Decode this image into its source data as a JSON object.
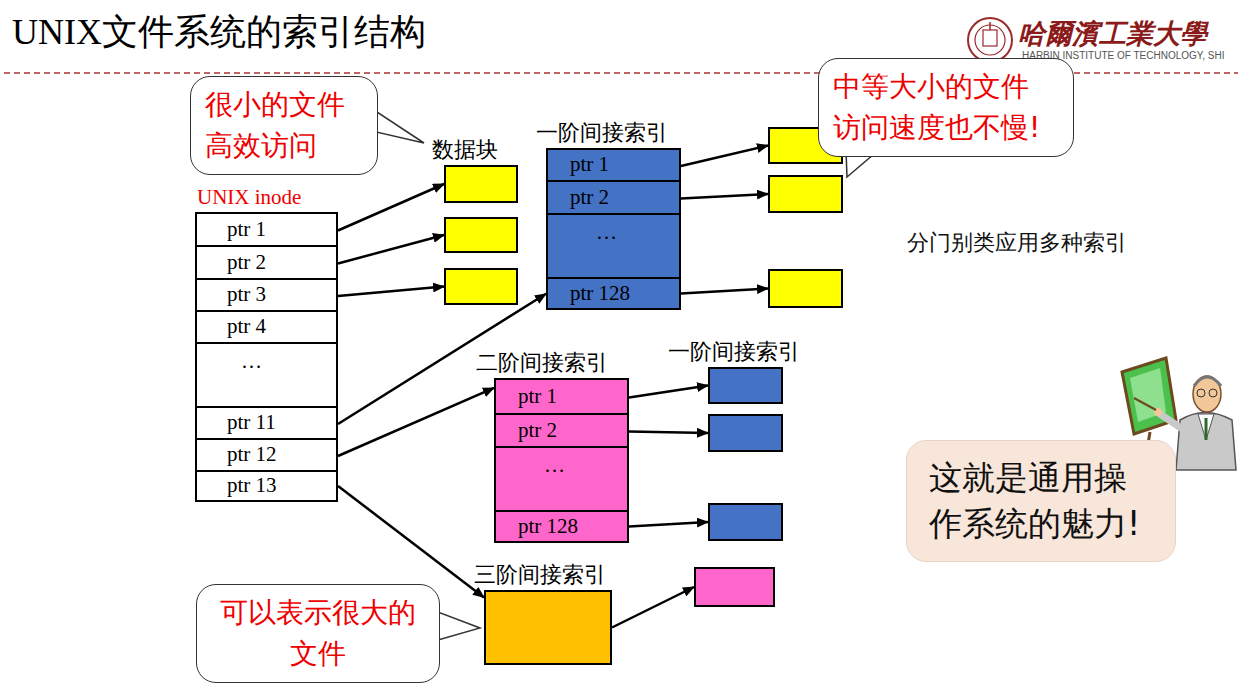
{
  "diagram": {
    "title": "UNIX文件系统的索引结构",
    "nodes": [
      {
        "text": [
          "很小的文件 高效访问"
        ]
      },
      {
        "text": [
          "数据块"
        ]
      },
      {
        "text": []
      },
      {
        "text": []
      },
      {
        "text": [
          "一阶间接索引"
        ]
      },
      {
        "text": [
          "ptr 1"
        ],
        "in": 4
      },
      {
        "text": [
          "ptr 2"
        ],
        "in": 4
      },
      {
        "text": [
          "…"
        ],
        "in": 4
      },
      {
        "text": [
          "ptr 128"
        ],
        "in": 4
      },
      {
        "text": [
          "中等大小的文件 访问速度也不慢!"
        ]
      },
      {
        "text": []
      },
      {
        "text": []
      },
      {
        "text": []
      },
      {
        "text": [
          "UNIX inode"
        ]
      },
      {
        "text": [
          "ptr 1"
        ],
        "in": 13
      },
      {
        "text": [
          "ptr 2"
        ],
        "in": 13
      },
      {
        "text": [
          "ptr 3"
        ],
        "in": 13
      },
      {
        "text": [
          "ptr 4"
        ],
        "in": 13
      },
      {
        "text": [
          "…"
        ],
        "in": 13
      },
      {
        "text": [
          "ptr 11"
        ],
        "in": 13
      },
      {
        "text": [
          "ptr 12"
        ],
        "in": 13
      },
      {
        "text": [
          "ptr 13"
        ],
        "in": 13
      },
      {
        "text": [
          "二阶间接索引"
        ]
      },
      {
        "text": [
          "ptr 1"
        ],
        "in": 22
      },
      {
        "text": [
          "ptr 2"
        ],
        "in": 22
      },
      {
        "text": [
          "…"
        ],
        "in": 22
      },
      {
        "text": [
          "ptr 128"
        ],
        "in": 22
      },
      {
        "text": [
          "一阶间接索引"
        ]
      },
      {
        "text": []
      },
      {
        "text": []
      },
      {
        "text": [
          "三阶间接索引"
        ]
      },
      {
        "text": []
      },
      {
        "text": [
          "可以表示很大的文件"
        ]
      },
      {
        "text": [
          "这就是通用操作系统的魅力!"
        ]
      }
    ],
    "edges": [
      {
        "from": 14,
        "to": 1,
        "arrow": "to"
      },
      {
        "from": 15,
        "to": 2,
        "arrow": "to"
      },
      {
        "from": 16,
        "to": 3,
        "arrow": "to"
      },
      {
        "from": 19,
        "to": 4,
        "arrow": "to"
      },
      {
        "from": 20,
        "to": 22,
        "arrow": "to"
      },
      {
        "from": 21,
        "to": 30,
        "arrow": "to"
      },
      {
        "from": 5,
        "to": 10,
        "arrow": "to"
      },
      {
        "from": 6,
        "to": 11,
        "arrow": "to"
      },
      {
        "from": 8,
        "to": 12,
        "arrow": "to"
      },
      {
        "from": 23,
        "to": 27,
        "arrow": "to"
      },
      {
        "from": 24,
        "to": 28,
        "arrow": "to"
      },
      {
        "from": 26,
        "to": 29,
        "arrow": "to"
      },
      {
        "from": 30,
        "to": 31,
        "arrow": "to"
      }
    ],
    "labels": [
      "哈爾濱工業大學",
      "HARBIN INSTITUTE OF TECHNOLOGY, SHI",
      "分门别类应用多种索引"
    ]
  }
}
